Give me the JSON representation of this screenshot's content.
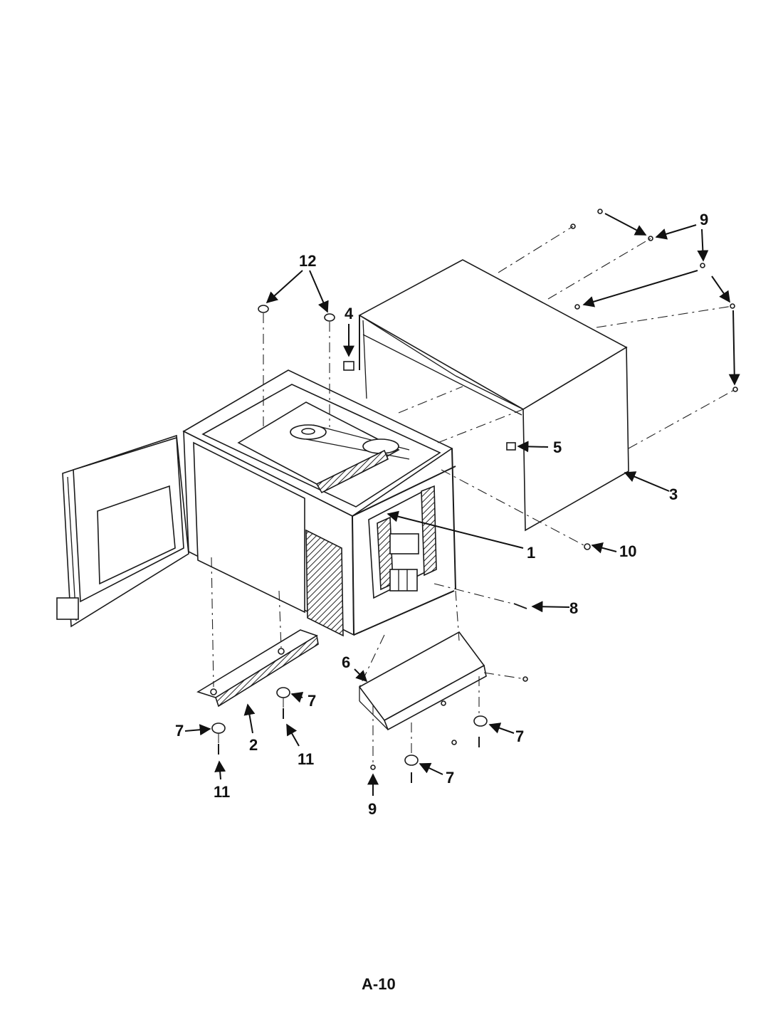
{
  "callouts": {
    "c1": "1",
    "c2": "2",
    "c3": "3",
    "c4": "4",
    "c5": "5",
    "c6": "6",
    "c7a": "7",
    "c7b": "7",
    "c7c": "7",
    "c7d": "7",
    "c8": "8",
    "c9a": "9",
    "c9b": "9",
    "c10": "10",
    "c11a": "11",
    "c11b": "11",
    "c12": "12"
  },
  "page_label": "A-10"
}
